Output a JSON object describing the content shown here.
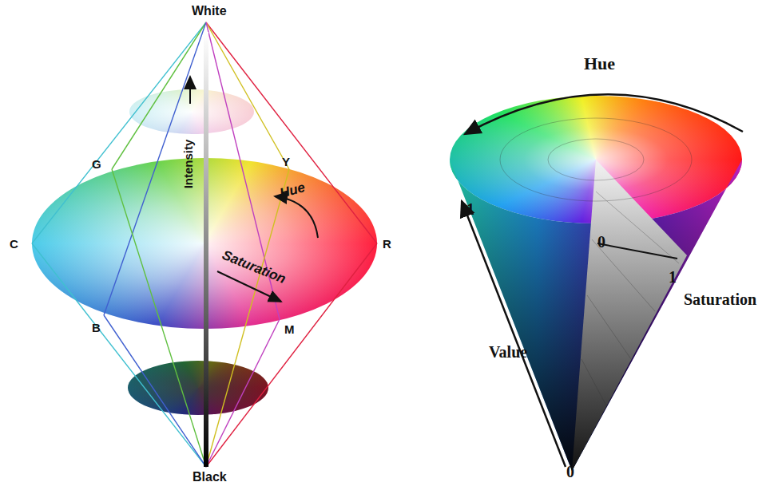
{
  "diagram": {
    "labels": [
      "White",
      "G",
      "Y",
      "Intensity",
      "Hue",
      "C",
      "R",
      "Saturation",
      "B",
      "M",
      "Black",
      "Hue",
      "1",
      "0",
      "1",
      "Saturation",
      "Value",
      "0"
    ]
  }
}
